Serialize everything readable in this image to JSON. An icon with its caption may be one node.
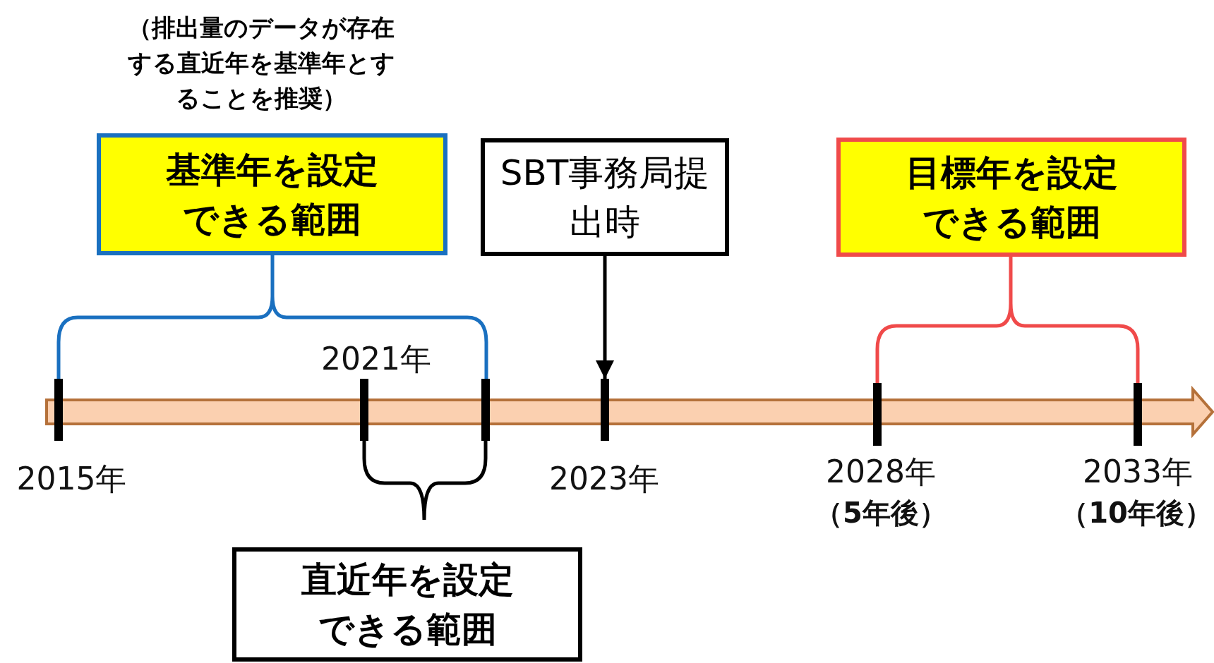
{
  "diagram": {
    "nodes": [
      {
        "text": [
          "基準年を設定できる範囲"
        ],
        "beside": [
          "（排出量のデータが存在する直近年を基準年とすることを推奨）"
        ]
      },
      {
        "text": [
          "SBT事務局提出時"
        ]
      },
      {
        "text": [
          "目標年を設定できる範囲"
        ]
      },
      {
        "text": [
          "直近年を設定できる範囲"
        ]
      },
      {
        "text": [],
        "shape": "bar"
      }
    ],
    "edges": [
      {
        "from": 1,
        "to": 4,
        "arrow": "to"
      }
    ],
    "labels": [
      "2021年",
      "2015年",
      "2023年",
      "2028年",
      "（5年後）",
      "2033年",
      "（10年後）"
    ]
  }
}
